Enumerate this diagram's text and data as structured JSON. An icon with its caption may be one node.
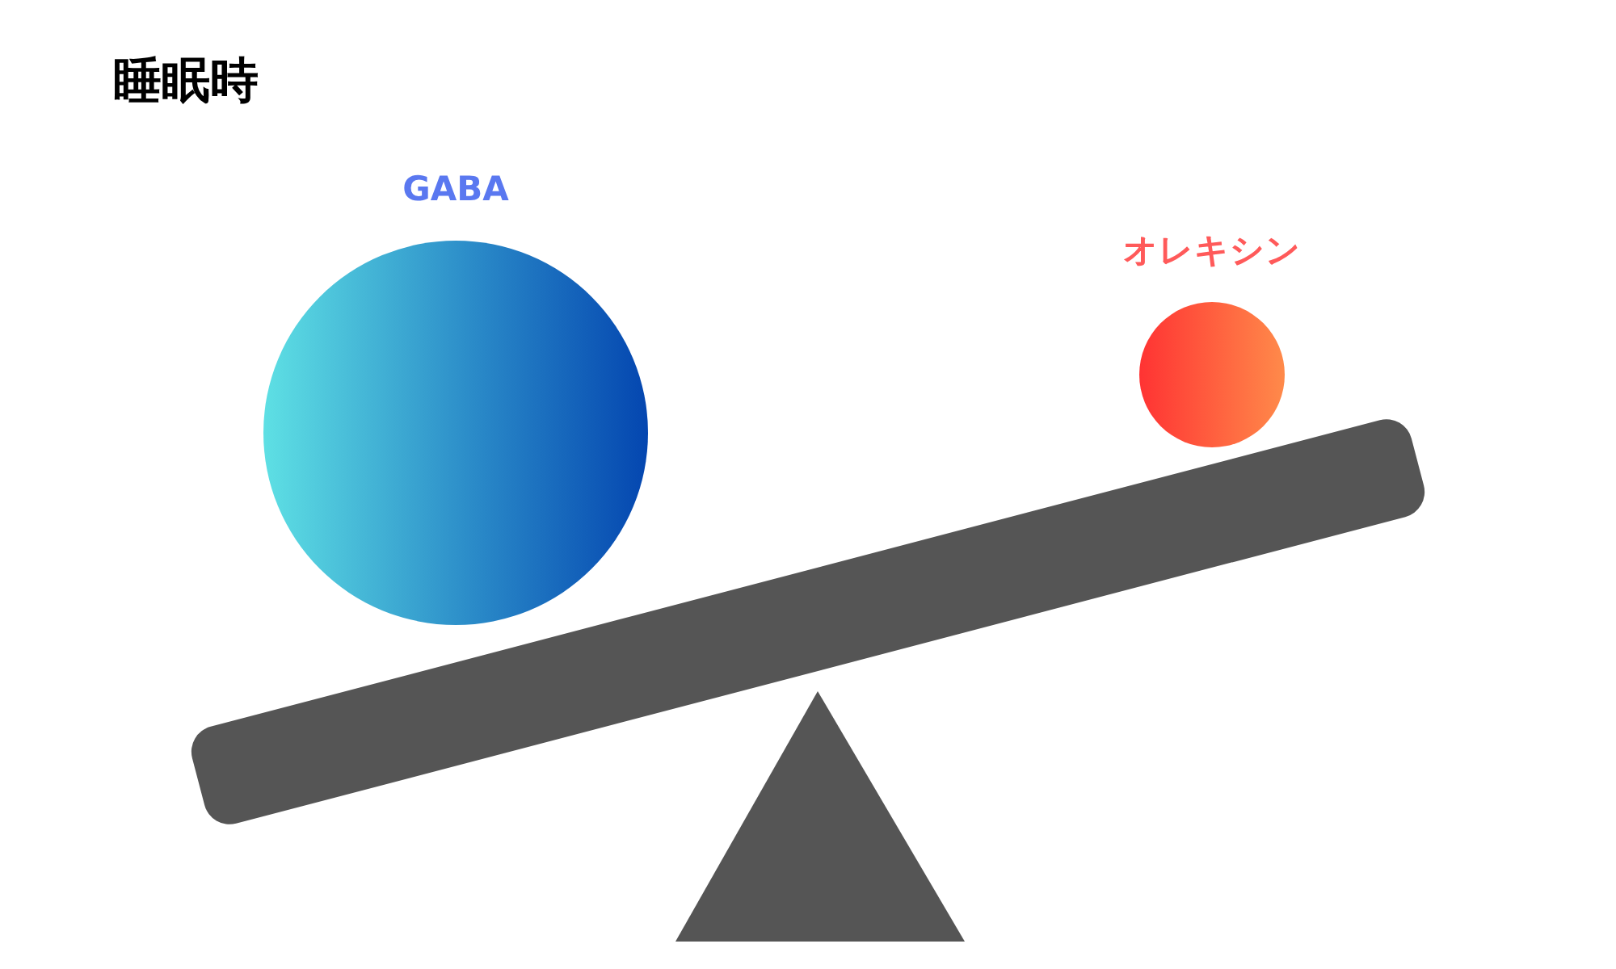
{
  "diagram": {
    "title": "睡眠時",
    "nodes": [
      {
        "text": [
          "GABA"
        ]
      },
      {
        "text": [
          "オレキシン"
        ]
      }
    ]
  }
}
